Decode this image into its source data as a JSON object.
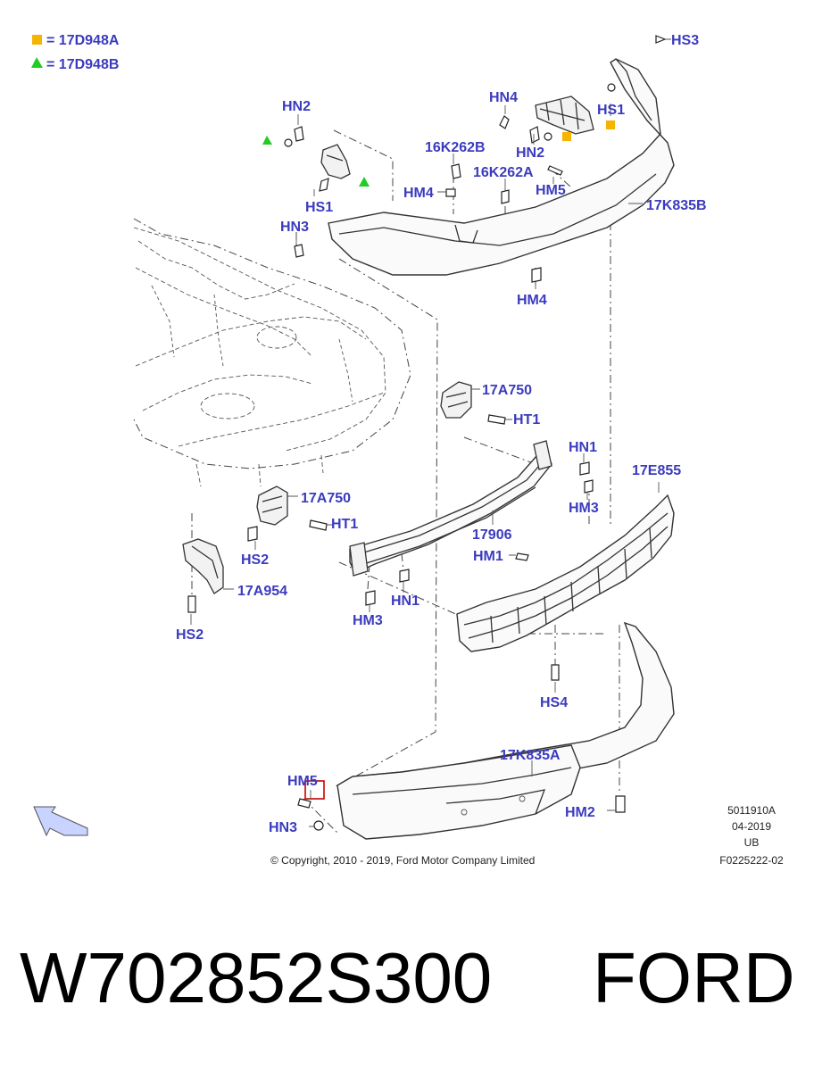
{
  "legend": [
    {
      "symbol": "square",
      "color": "#f5b400",
      "text": "= 17D948A"
    },
    {
      "symbol": "triangle",
      "color": "#22cc22",
      "text": "= 17D948B"
    }
  ],
  "callouts": {
    "hs3_top": "HS3",
    "hn4": "HN4",
    "hs1_right": "HS1",
    "hn2_left": "HN2",
    "hn2_right": "HN2",
    "k262b": "16K262B",
    "k262a": "16K262A",
    "hs1_left": "HS1",
    "hm4_left": "HM4",
    "hm5_top": "HM5",
    "k835b": "17K835B",
    "hn3_top": "HN3",
    "hm4_bottom": "HM4",
    "a750_top": "17A750",
    "ht1_top": "HT1",
    "hn1_right": "HN1",
    "e855": "17E855",
    "hm3_right": "HM3",
    "a750_left": "17A750",
    "ht1_left": "HT1",
    "b906": "17906",
    "hs2_right": "HS2",
    "hm1": "HM1",
    "a954": "17A954",
    "hn1_mid": "HN1",
    "hm3_mid": "HM3",
    "hs2_bottom": "HS2",
    "hs4": "HS4",
    "k835a": "17K835A",
    "hm5_bottom": "HM5",
    "hm2": "HM2",
    "hn3_bottom": "HN3"
  },
  "meta": {
    "code": "5011910A",
    "date": "04-2019",
    "region": "UB",
    "figure": "F0225222-02"
  },
  "copyright": "© Copyright, 2010 - 2019, Ford Motor Company Limited",
  "part_number": "W702852S300",
  "brand": "FORD",
  "colors": {
    "callout": "#3b3bbf",
    "legend_square": "#f5b400",
    "legend_triangle": "#22cc22",
    "highlight": "#cc0000"
  },
  "icons": [
    "arrow-icon"
  ]
}
